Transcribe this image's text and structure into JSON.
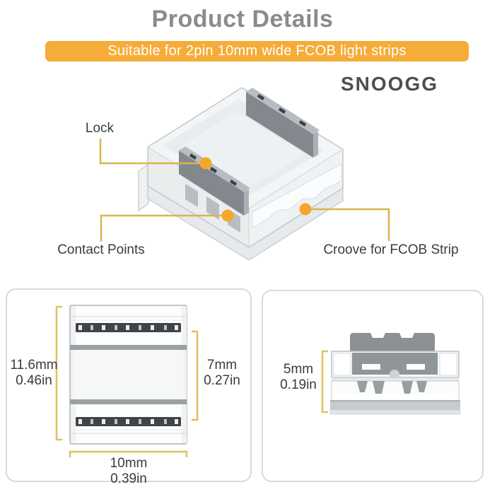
{
  "title": "Product Details",
  "banner": {
    "text": "Suitable for 2pin 10mm wide FCOB light strips"
  },
  "brand": "SNOOGG",
  "callouts": {
    "lock": "Lock",
    "contact_points": "Contact Points",
    "groove": "Croove for FCOB Strip"
  },
  "dimensions": {
    "overall_height": {
      "mm": "11.6mm",
      "inch": "0.46in"
    },
    "inner_height": {
      "mm": "7mm",
      "inch": "0.27in"
    },
    "width": {
      "mm": "10mm",
      "inch": "0.39in"
    },
    "side_height": {
      "mm": "5mm",
      "inch": "0.19in"
    }
  },
  "colors": {
    "banner_bg": "#F5AC38",
    "banner_text": "#FFFFFF",
    "title_text": "#8B8B8B",
    "brand_text": "#4E4E4E",
    "label_text": "#3C3C3C",
    "callout_line": "#D9B54E",
    "callout_dot": "#F6A62B",
    "bracket_line": "#DCC25F",
    "panel_border": "#DADADA",
    "metal_dark": "#3F4449",
    "metal_mid": "#8F9599"
  }
}
